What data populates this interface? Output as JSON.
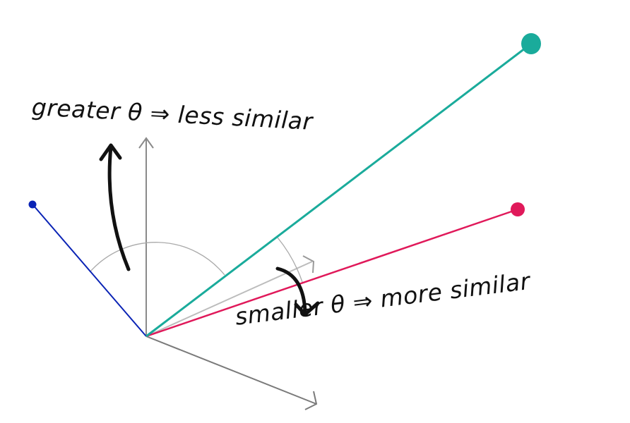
{
  "annotations": {
    "greater": "greater θ ⇒ less similar",
    "smaller": "smaller θ ⇒ more similar"
  },
  "colors": {
    "teal_vector": "#1aab9b",
    "red_vector": "#e0195a",
    "blue_vector": "#0a23b5",
    "axis": "#777777",
    "light_axis": "#bbbbbb",
    "arc": "#999999",
    "arrow": "#111111"
  },
  "vectors": [
    {
      "name": "teal",
      "from": [
        207,
        477
      ],
      "to": [
        752,
        62
      ],
      "endpoint_size": "large"
    },
    {
      "name": "red",
      "from": [
        207,
        477
      ],
      "to": [
        733,
        297
      ],
      "endpoint_size": "medium"
    },
    {
      "name": "blue",
      "from": [
        207,
        477
      ],
      "to": [
        46,
        290
      ],
      "endpoint_size": "small"
    }
  ],
  "axes": [
    {
      "name": "vertical",
      "direction": "up"
    },
    {
      "name": "down-right",
      "direction": "down-right"
    },
    {
      "name": "light-right",
      "direction": "right"
    }
  ]
}
